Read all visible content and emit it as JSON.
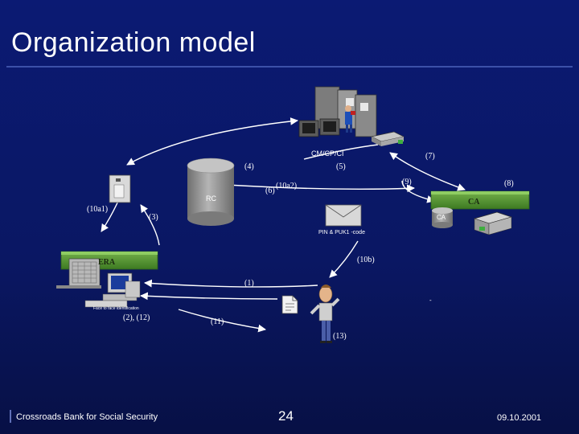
{
  "slide": {
    "title": "Organization model",
    "footer_left": "Crossroads Bank for Social Security",
    "page_number": "24",
    "date": "09.10.2001"
  },
  "diagram": {
    "nodes": {
      "cm": "CM/CP/CI",
      "rc": "RC",
      "ca_bar": "CA",
      "ca_cyl": "CA",
      "era": "ERA",
      "pin": "PIN & PUK1 -code",
      "face": "Face to face identification"
    },
    "edges": {
      "e1": "(1)",
      "e2": "(2), (12)",
      "e3": "(3)",
      "e4": "(4)",
      "e5": "(5)",
      "e6": "(6)",
      "e7": "(7)",
      "e8": "(8)",
      "e9": "(9)",
      "e10a1": "(10a1)",
      "e10a2": "(10a2)",
      "e10b": "(10b)",
      "e11": "(11)",
      "e13": "(13)"
    },
    "marks": {
      "dash": "-"
    }
  },
  "colors": {
    "background": "#0b1a73",
    "node_green": "#5a9a38",
    "cylinder": "#9a9a9a",
    "line": "#ffffff"
  }
}
